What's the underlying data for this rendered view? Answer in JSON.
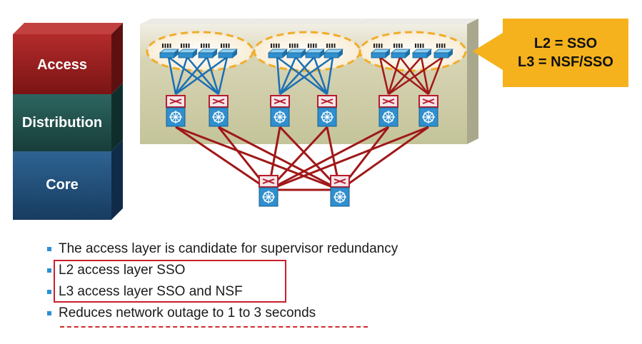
{
  "layers": {
    "access": "Access",
    "distribution": "Distribution",
    "core": "Core"
  },
  "callout": {
    "line1": "L2 = SSO",
    "line2": "L3 = NSF/SSO"
  },
  "bullets": [
    "The access layer is candidate for supervisor redundancy",
    "L2 access layer SSO",
    "L3 access layer SSO and NSF",
    "Reduces network outage to 1 to 3 seconds"
  ],
  "colors": {
    "access": "#8a1c1c",
    "distribution": "#1e4a45",
    "core": "#1f4a72",
    "callout": "#f5b21c",
    "bullet": "#2b8fd6",
    "highlight": "#c8202b",
    "l2_link": "#1a6fb4",
    "l3_link": "#a01818"
  }
}
